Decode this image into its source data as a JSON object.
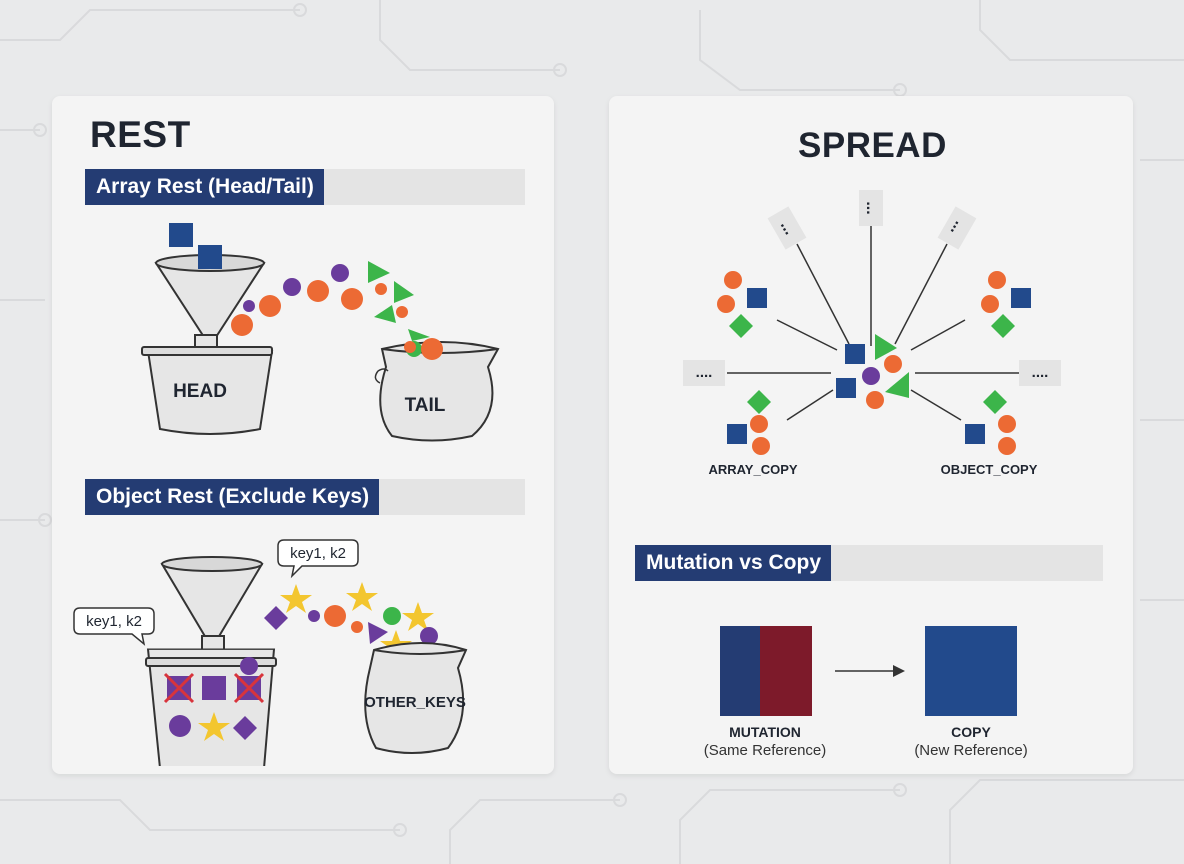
{
  "rest": {
    "title": "REST",
    "array_section": {
      "label": "Array Rest (Head/Tail)",
      "head_label": "HEAD",
      "tail_label": "TAIL"
    },
    "object_section": {
      "label": "Object Rest (Exclude Keys)",
      "excluded_keys_left": "key1, k2",
      "excluded_keys_top": "key1, k2",
      "bag_label": "OTHER_KEYS"
    }
  },
  "spread": {
    "title": "SPREAD",
    "ellipsis_tag": "...",
    "ellipsis_tag_wide": "....",
    "array_copy_label": "ARRAY_COPY",
    "object_copy_label": "OBJECT_COPY",
    "mutation_section": {
      "label": "Mutation vs Copy",
      "mutation_title": "MUTATION",
      "mutation_sub": "(Same Reference)",
      "copy_title": "COPY",
      "copy_sub": "(New Reference)"
    }
  },
  "colors": {
    "navy": "#243c73",
    "blue": "#224a8c",
    "orange": "#ec6a34",
    "green": "#3cb54a",
    "purple": "#6a3c9c",
    "yellow": "#f3c62f",
    "red": "#d8343c",
    "maroon": "#7d1a2a"
  }
}
